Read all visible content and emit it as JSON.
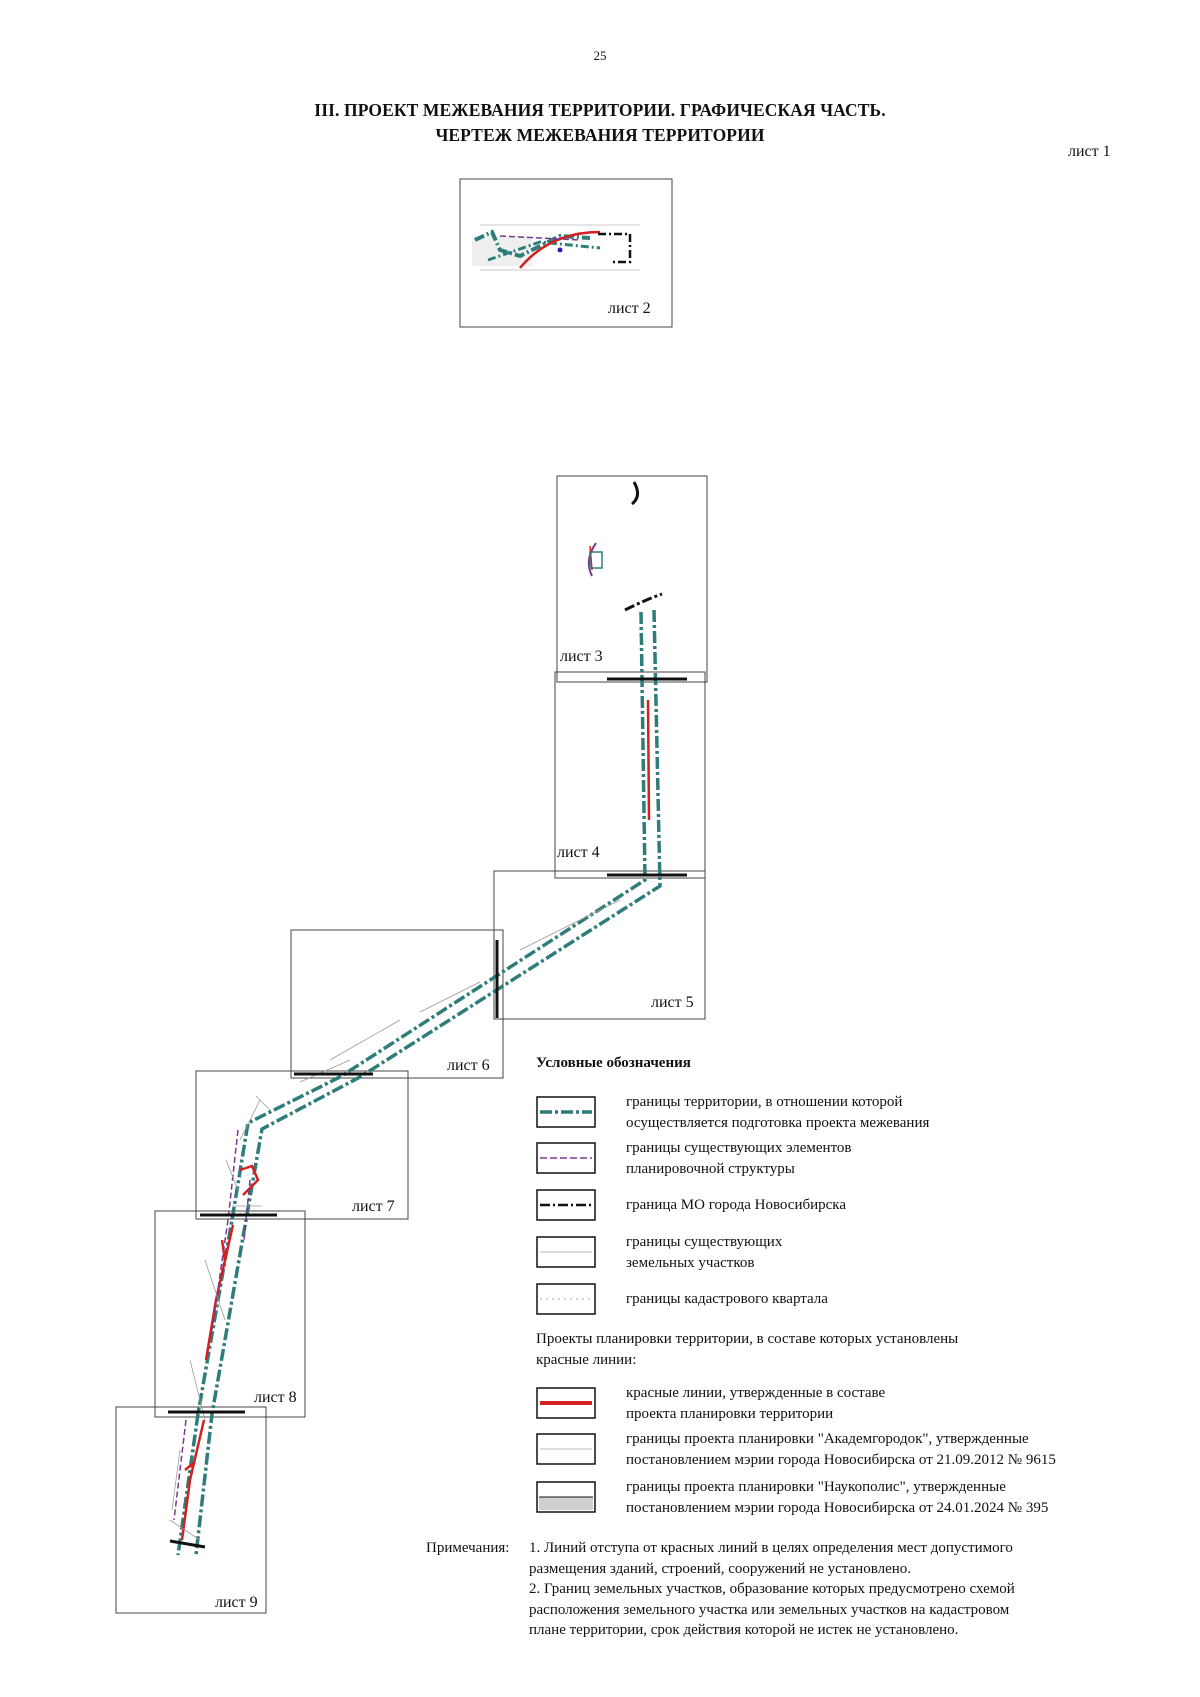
{
  "page_number": "25",
  "title": {
    "line1": "III. ПРОЕКТ МЕЖЕВАНИЯ ТЕРРИТОРИИ. ГРАФИЧЕСКАЯ ЧАСТЬ.",
    "line2": "ЧЕРТЕЖ МЕЖЕВАНИЯ ТЕРРИТОРИИ"
  },
  "sheet_main": "лист 1",
  "sheets": [
    "лист 2",
    "лист 3",
    "лист 4",
    "лист 5",
    "лист 6",
    "лист 7",
    "лист 8",
    "лист 9"
  ],
  "legend": {
    "title": "Условные обозначения",
    "items": [
      {
        "line1": "границы территории, в отношении которой",
        "line2": "осуществляется подготовка проекта межевания"
      },
      {
        "line1": "границы существующих элементов",
        "line2": "планировочной структуры"
      },
      {
        "line1": "граница МО города Новосибирска",
        "line2": ""
      },
      {
        "line1": "границы существующих",
        "line2": "земельных участков"
      },
      {
        "line1": "границы кадастрового квартала",
        "line2": ""
      }
    ],
    "subheading_line1": "Проекты планировки территории, в составе которых установлены",
    "subheading_line2": "красные линии:",
    "projects": [
      {
        "line1": "красные линии, утвержденные в составе",
        "line2": "проекта планировки территории"
      },
      {
        "line1": "границы проекта планировки \"Академгородок\", утвержденные",
        "line2": "постановлением мэрии города Новосибирска от 21.09.2012 № 9615"
      },
      {
        "line1": "границы проекта планировки \"Наукополис\", утвержденные",
        "line2": "постановлением мэрии города Новосибирска от 24.01.2024 № 395"
      }
    ]
  },
  "notes": {
    "label": "Примечания:",
    "n1_line1": "1. Линий отступа от красных линий в целях определения  мест допустимого",
    "n1_line2": "размещения зданий, строений, сооружений не установлено.",
    "n2_line1": "2. Границ земельных участков, образование которых предусмотрено схемой",
    "n2_line2": "расположения земельного участка или земельных участков на кадастровом",
    "n2_line3": "плане территории, срок действия которой не истек не установлено."
  },
  "colors": {
    "territory_boundary": "#2e7d7a",
    "planning_structure": "#7b3a8c",
    "red_lines": "#d42020",
    "mo_boundary": "#111111"
  }
}
